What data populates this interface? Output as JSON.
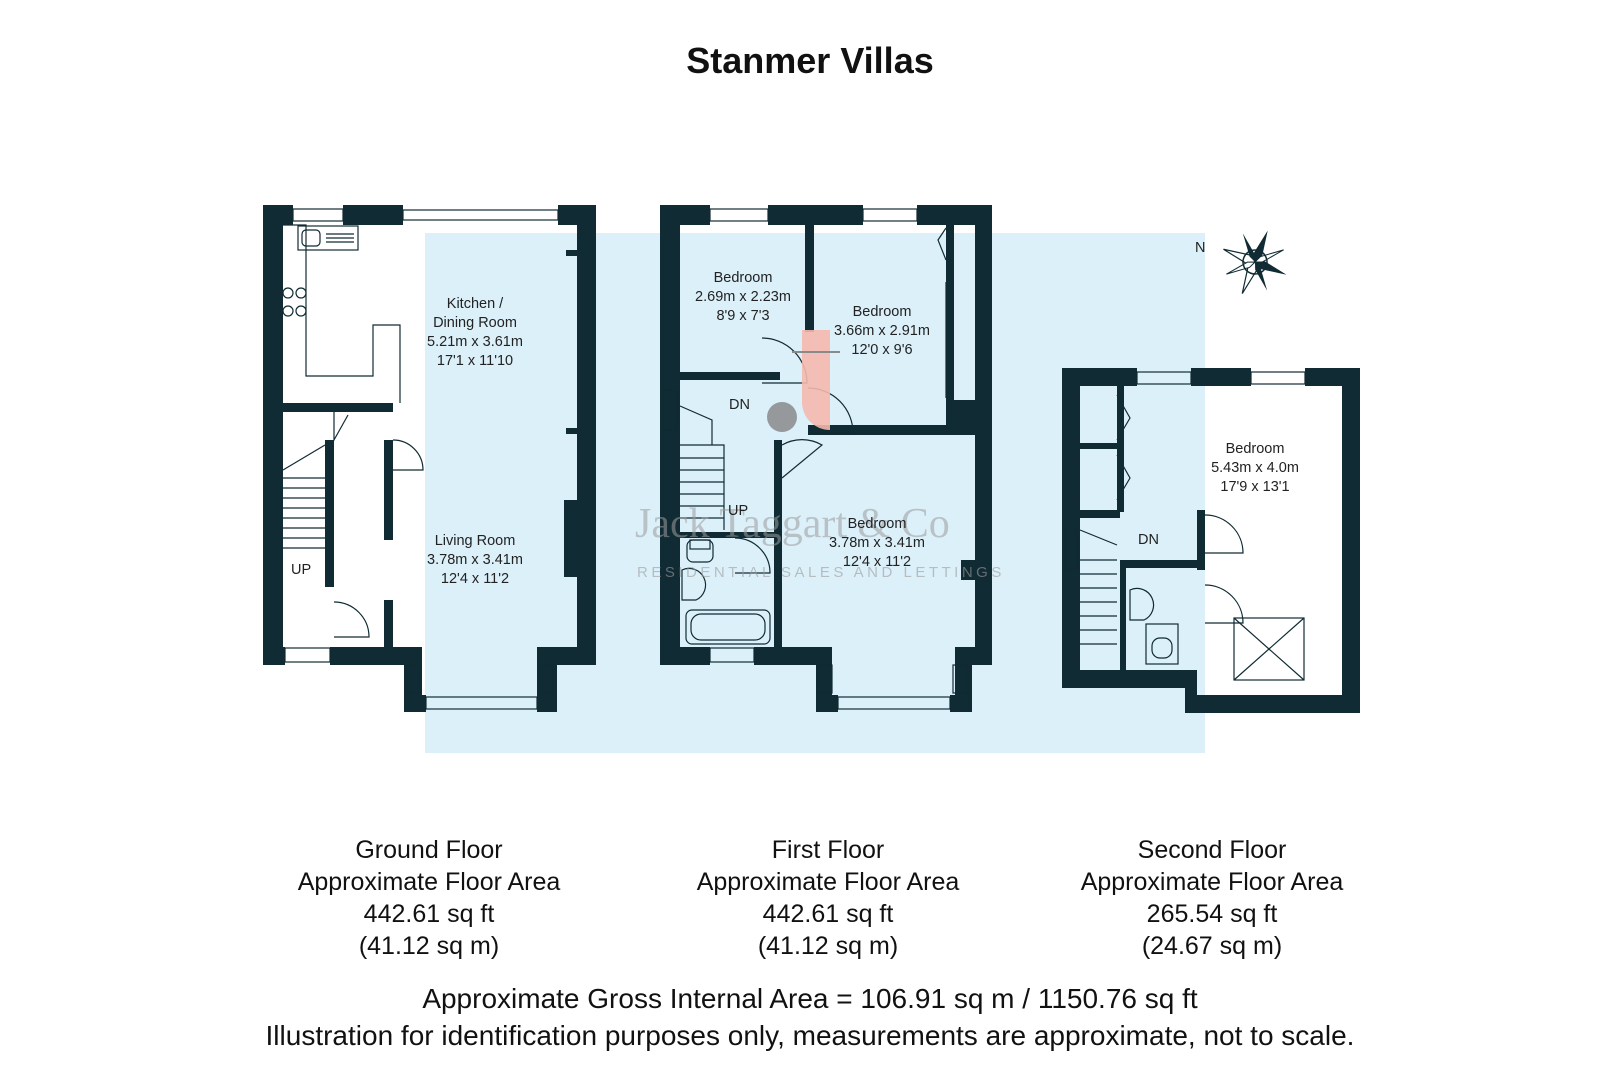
{
  "title": "Stanmer Villas",
  "colors": {
    "wall": "#102b33",
    "highlight": "#dcf0fa",
    "marker_red": "#f4b8ad",
    "marker_grey": "#8a8a8a",
    "watermark": "#9c9c9c"
  },
  "rooms": {
    "kitchen": {
      "name_1": "Kitchen /",
      "name_2": "Dining Room",
      "metric": "5.21m x 3.61m",
      "imperial": "17'1 x 11'10"
    },
    "living": {
      "name": "Living Room",
      "metric": "3.78m x 3.41m",
      "imperial": "12'4 x 11'2"
    },
    "bedroom_small": {
      "name": "Bedroom",
      "metric": "2.69m x 2.23m",
      "imperial": "8'9 x 7'3"
    },
    "bedroom_rear": {
      "name": "Bedroom",
      "metric": "3.66m x 2.91m",
      "imperial": "12'0 x 9'6"
    },
    "bedroom_front": {
      "name": "Bedroom",
      "metric": "3.78m x 3.41m",
      "imperial": "12'4 x 11'2"
    },
    "bedroom_loft": {
      "name": "Bedroom",
      "metric": "5.43m x 4.0m",
      "imperial": "17'9 x 13'1"
    }
  },
  "stairs": {
    "ground_up": "UP",
    "first_dn": "DN",
    "first_up": "UP",
    "second_dn": "DN"
  },
  "compass_label": "N",
  "watermark": {
    "name": "Jack Taggart & Co",
    "tagline": "RESIDENTIAL SALES AND LETTINGS"
  },
  "floors": [
    {
      "name": "Ground Floor",
      "label": "Approximate Floor Area",
      "sqft": "442.61 sq ft",
      "sqm": "(41.12 sq m)"
    },
    {
      "name": "First Floor",
      "label": "Approximate Floor Area",
      "sqft": "442.61 sq ft",
      "sqm": "(41.12 sq m)"
    },
    {
      "name": "Second Floor",
      "label": "Approximate Floor Area",
      "sqft": "265.54 sq ft",
      "sqm": "(24.67 sq m)"
    }
  ],
  "footer": {
    "gross": "Approximate Gross Internal Area = 106.91 sq m / 1150.76 sq ft",
    "disclaimer": "Illustration for identification purposes only, measurements are approximate, not to scale."
  }
}
